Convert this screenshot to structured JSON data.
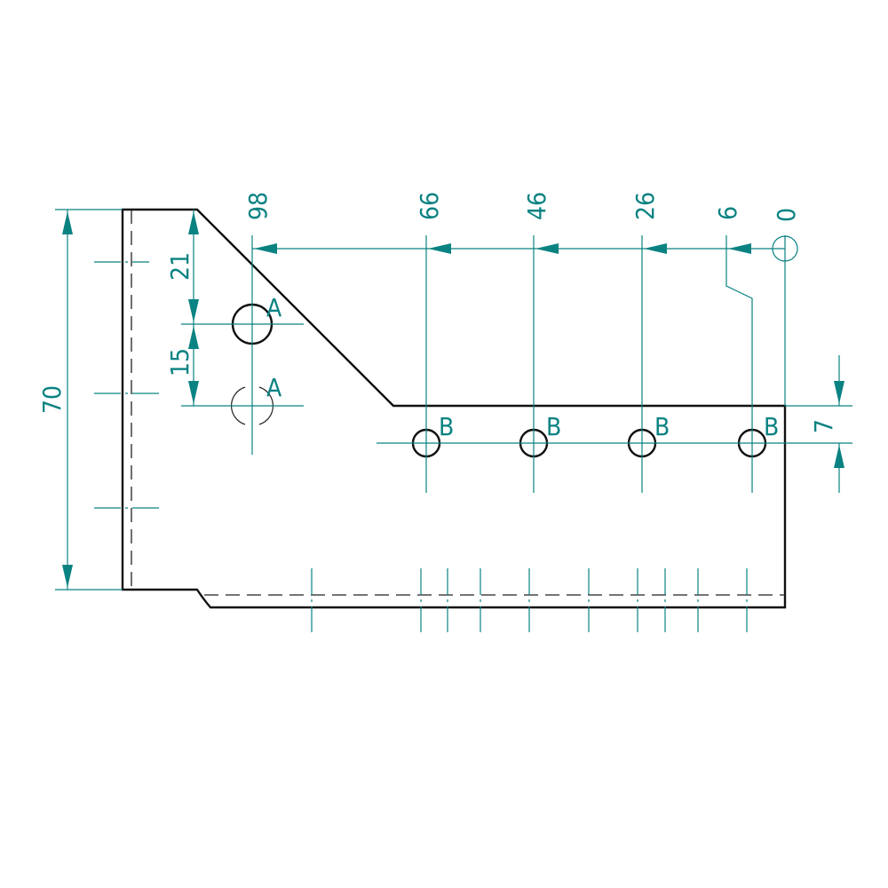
{
  "drawing": {
    "dimensions": {
      "height_total": "70",
      "hole_a_offset": "21",
      "hole_a_spacing": "15",
      "hole_b_offset": "7",
      "ordinates": [
        "98",
        "66",
        "46",
        "26",
        "6",
        "0"
      ]
    },
    "hole_labels": {
      "a": "A",
      "b": "B"
    },
    "line_color": "#111111",
    "dimension_color": "#0a8282"
  }
}
